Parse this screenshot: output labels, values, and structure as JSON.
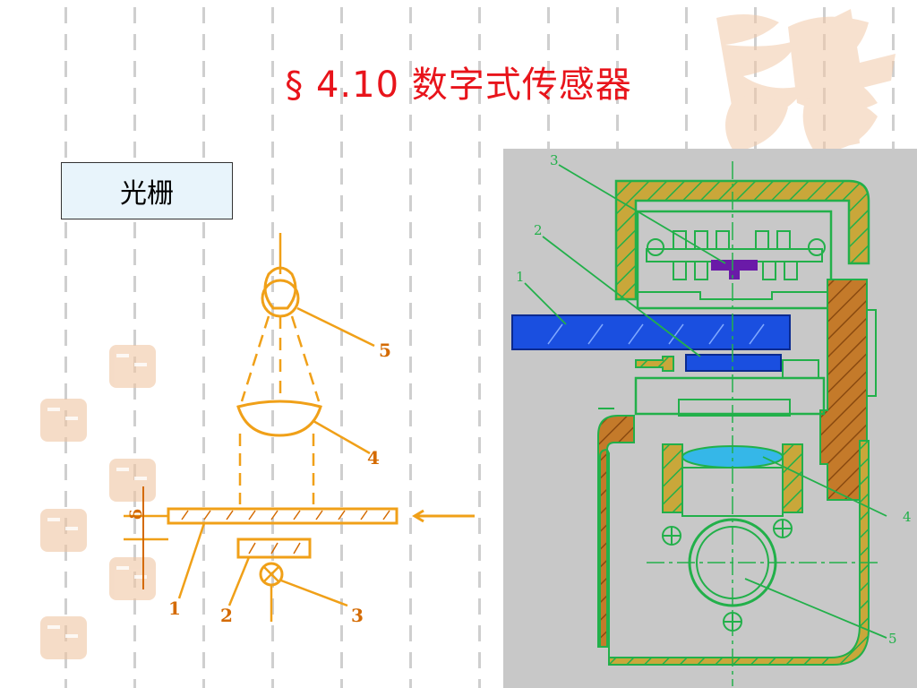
{
  "slide": {
    "title": "§ 4.10 数字式传感器",
    "section_label": "光栅"
  },
  "left_diagram": {
    "labels": [
      "1",
      "2",
      "3",
      "4",
      "5",
      "δ"
    ]
  },
  "right_diagram": {
    "labels": [
      "1",
      "2",
      "3",
      "4",
      "5"
    ]
  },
  "colors": {
    "title": "#e8141b",
    "left_lines": "#f0a018",
    "left_labels": "#d46a00",
    "right_panel": "#c8c8c8",
    "right_lines": "#22b04a",
    "housing_fill": "#c9a73a",
    "hatch_brown": "#b85c1a",
    "grating_blue": "#1a4fe0",
    "lens_cyan": "#35b7e8",
    "pin_purple": "#6a1aa8"
  }
}
